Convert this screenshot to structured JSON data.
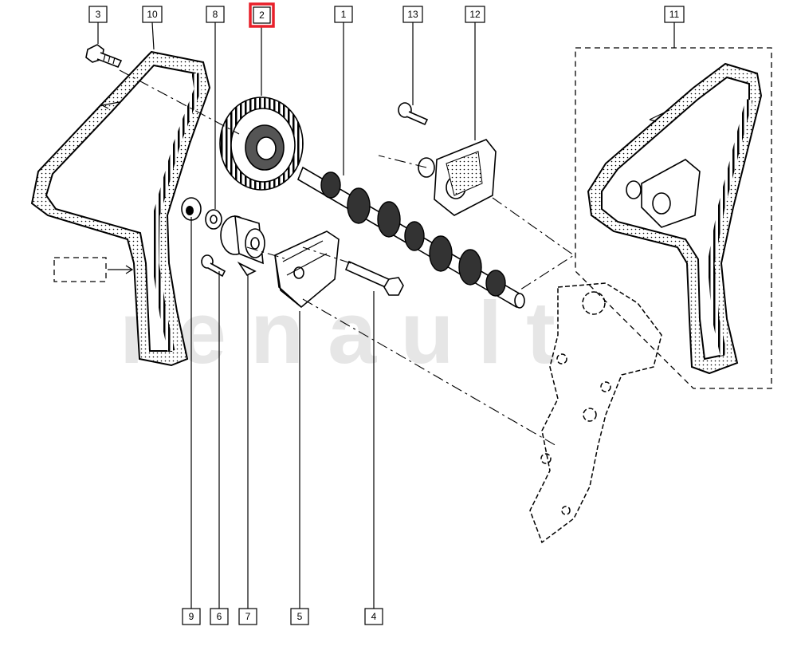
{
  "highlight_color": "#e8202a",
  "watermark": "renault",
  "labels": {
    "p1": "1",
    "p2": "2",
    "p3": "3",
    "p4": "4",
    "p5": "5",
    "p6": "6",
    "p7": "7",
    "p8": "8",
    "p9": "9",
    "p10": "10",
    "p11": "11",
    "p12": "12",
    "p13": "13"
  },
  "highlighted_label": "2"
}
